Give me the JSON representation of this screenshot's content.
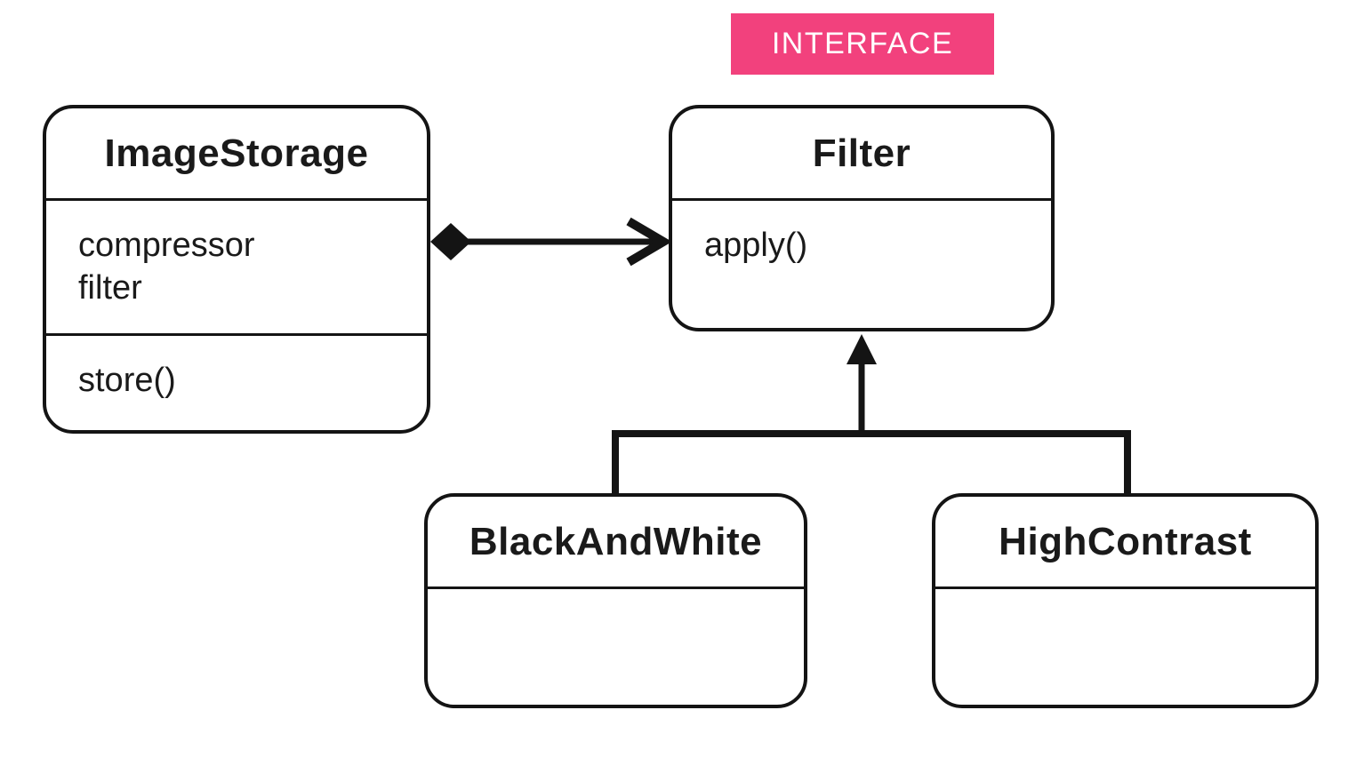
{
  "diagram": {
    "interface_label": {
      "text": "INTERFACE"
    },
    "colors": {
      "accent_pink": "#F2417D",
      "line": "#141414",
      "text": "#1a1a1a",
      "label_text": "#ffffff",
      "background": "#ffffff"
    },
    "classes": {
      "image_storage": {
        "title": "ImageStorage",
        "attributes": [
          "compressor",
          "filter"
        ],
        "methods": [
          "store()"
        ]
      },
      "filter": {
        "title": "Filter",
        "methods": [
          "apply()"
        ]
      },
      "black_and_white": {
        "title": "BlackAndWhite"
      },
      "high_contrast": {
        "title": "HighContrast"
      }
    },
    "relationships": [
      {
        "type": "composition",
        "from": "ImageStorage",
        "to": "Filter",
        "marker_from": "filled-diamond",
        "marker_to": "open-arrowhead"
      },
      {
        "type": "inheritance",
        "from": "BlackAndWhite",
        "to": "Filter",
        "marker_to": "filled-triangle"
      },
      {
        "type": "inheritance",
        "from": "HighContrast",
        "to": "Filter",
        "marker_to": "filled-triangle"
      }
    ]
  }
}
